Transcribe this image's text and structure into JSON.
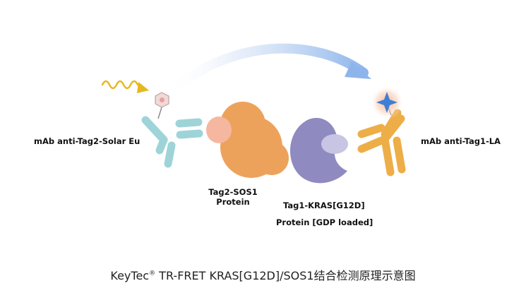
{
  "labels": {
    "eu_antibody": "mAb anti-Tag2-Solar Eu",
    "la_antibody": "mAb anti-Tag1-LA",
    "sos1_line1": "Tag2-SOS1",
    "sos1_line2": "Protein",
    "kras_line1": "Tag1-KRAS[G12D]",
    "kras_line2": "Protein [GDP loaded]"
  },
  "caption": {
    "brand": "KeyTec",
    "mark": "®",
    "text": " TR-FRET KRAS[G12D]/SOS1结合检测原理示意图"
  },
  "colors": {
    "eu_antibody": "#9ED4D8",
    "la_antibody": "#EDAE48",
    "sos1": "#EDA25C",
    "sos1_tag": "#F5B7A0",
    "kras": "#8F8BC0",
    "kras_tag": "#C7C5E3",
    "light_wave": "#E6B820",
    "energy_arrow": "#8DB5EC",
    "emission_star": "#3E7FD6",
    "emission_glow": "#F7B08A"
  }
}
